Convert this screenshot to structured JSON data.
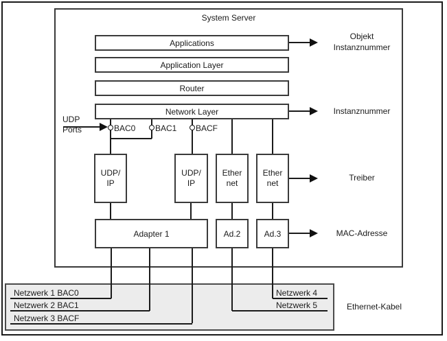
{
  "colors": {
    "line": "#1a1a1a",
    "box_border": "#3a3a3a",
    "network_box_fill": "#ececec",
    "background": "#ffffff"
  },
  "server": {
    "title": "System Server",
    "layers": [
      {
        "label": "Applications"
      },
      {
        "label": "Application Layer"
      },
      {
        "label": "Router"
      },
      {
        "label": "Network Layer"
      }
    ],
    "udp_ports": {
      "label": "UDP\nPorts",
      "ports": [
        {
          "label": "BAC0"
        },
        {
          "label": "BAC1"
        },
        {
          "label": "BACF"
        }
      ]
    },
    "drivers": [
      {
        "label": "UDP/\nIP"
      },
      {
        "label": "UDP/\nIP"
      },
      {
        "label": "Ether\nnet"
      },
      {
        "label": "Ether\nnet"
      }
    ],
    "adapters": [
      {
        "label": "Adapter 1"
      },
      {
        "label": "Ad.2"
      },
      {
        "label": "Ad.3"
      }
    ]
  },
  "annotations": [
    {
      "label": "Objekt\nInstanznummer"
    },
    {
      "label": "Instanznummer"
    },
    {
      "label": "Treiber"
    },
    {
      "label": "MAC-Adresse"
    }
  ],
  "networks": {
    "items": [
      {
        "label": "Netzwerk 1 BAC0"
      },
      {
        "label": "Netzwerk 2 BAC1"
      },
      {
        "label": "Netzwerk 3 BACF"
      },
      {
        "label": "Netzwerk 4"
      },
      {
        "label": "Netzwerk 5"
      }
    ],
    "cable_label": "Ethernet-Kabel"
  }
}
